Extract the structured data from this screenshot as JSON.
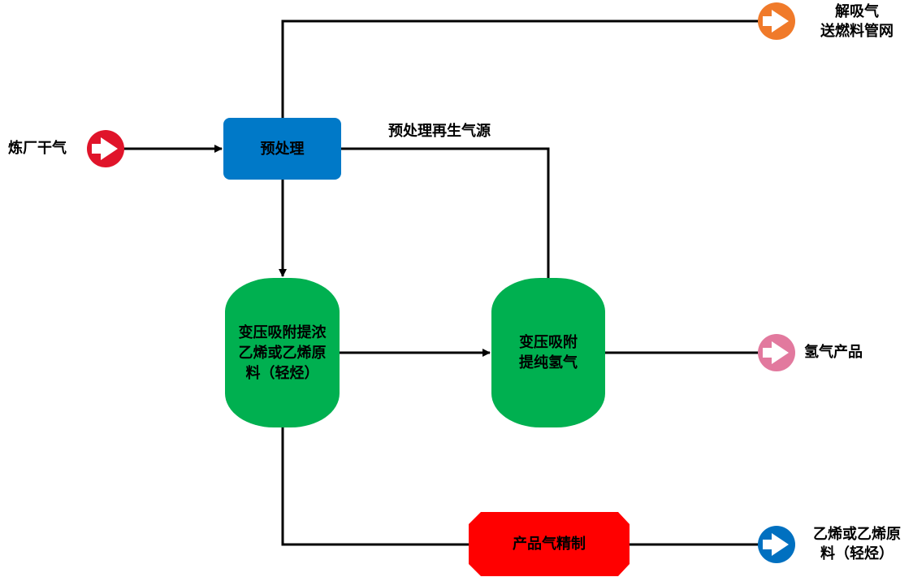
{
  "nodes": {
    "pretreat": "预处理",
    "psa1": "变压吸附提浓\n乙烯或乙烯原\n料（轻烃）",
    "psa2": "变压吸附\n提纯氢气",
    "refine": "产品气精制"
  },
  "terminals": {
    "feed": "炼厂干气",
    "desorb": "解吸气\n送燃料管网",
    "hydrogen": "氢气产品",
    "ethylene": "乙烯或乙烯原\n料（轻烃）"
  },
  "edges": {
    "regen": "预处理再生气源"
  },
  "colors": {
    "pretreat": "#0079C8",
    "psa": "#00B050",
    "refine": "#FF0000",
    "feed_arrow": "#E0142A",
    "desorb_arrow": "#F07A2A",
    "hydrogen_arrow": "#E2799E",
    "ethylene_arrow": "#0070C0",
    "line": "#000000"
  },
  "icons": {
    "terminal": "right-arrow-circle-icon"
  }
}
